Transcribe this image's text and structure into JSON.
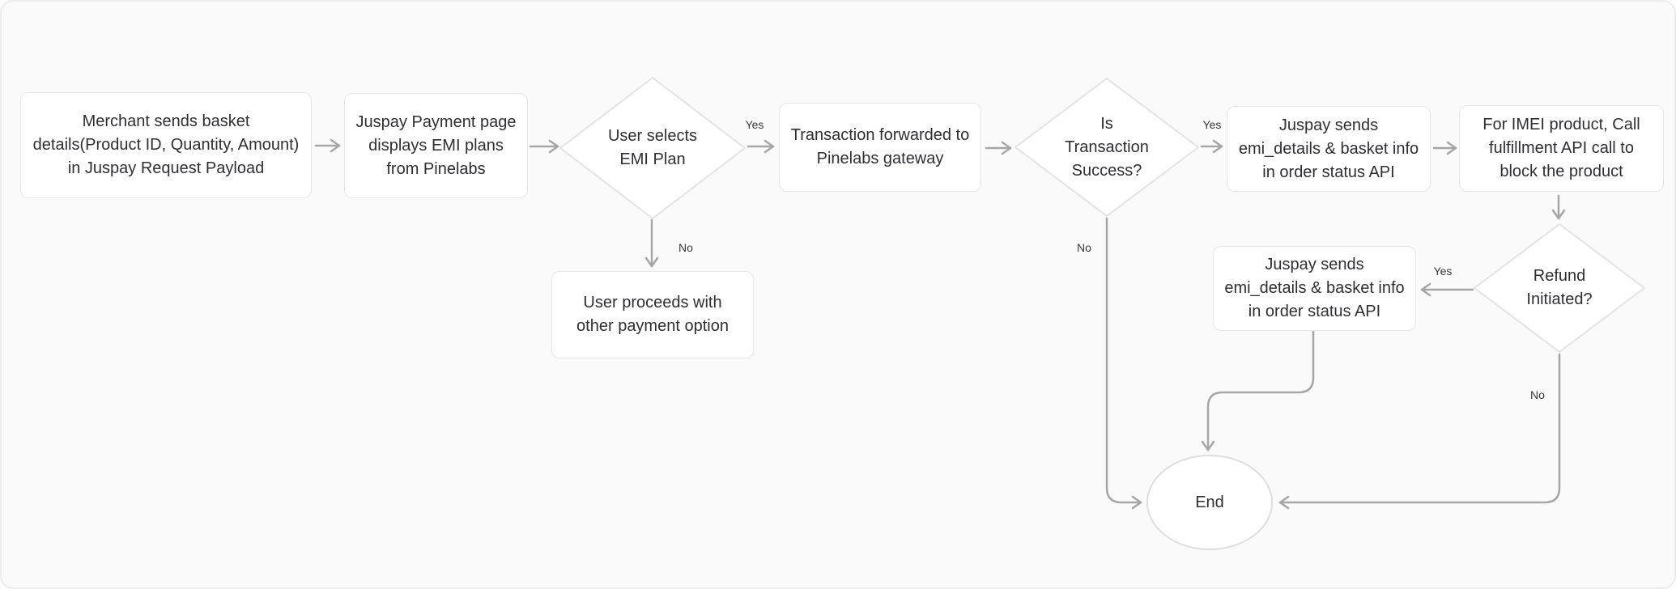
{
  "diagram": {
    "type": "flowchart",
    "direction": "left-to-right",
    "nodes": [
      {
        "id": "merchant_basket",
        "shape": "rect",
        "label": "Merchant sends basket details(Product ID, Quantity, Amount) in Juspay Request Payload"
      },
      {
        "id": "payment_page",
        "shape": "rect",
        "label": "Juspay Payment page displays EMI plans from Pinelabs"
      },
      {
        "id": "user_selects_emi",
        "shape": "diamond",
        "label": "User selects EMI Plan"
      },
      {
        "id": "txn_forwarded",
        "shape": "rect",
        "label": "Transaction forwarded to Pinelabs gateway"
      },
      {
        "id": "is_txn_success",
        "shape": "diamond",
        "label": "Is Transaction Success?"
      },
      {
        "id": "order_status_1",
        "shape": "rect",
        "label": "Juspay sends emi_details & basket info in order status API"
      },
      {
        "id": "imei_fulfillment",
        "shape": "rect",
        "label": "For IMEI product, Call fulfillment API call to block the product"
      },
      {
        "id": "refund_initiated",
        "shape": "diamond",
        "label": "Refund Initiated?"
      },
      {
        "id": "order_status_2",
        "shape": "rect",
        "label": "Juspay sends emi_details & basket info in order status API"
      },
      {
        "id": "other_payment",
        "shape": "rect",
        "label": "User proceeds with other payment option"
      },
      {
        "id": "end",
        "shape": "ellipse",
        "label": "End"
      }
    ],
    "edges": [
      {
        "from": "merchant_basket",
        "to": "payment_page",
        "label": ""
      },
      {
        "from": "payment_page",
        "to": "user_selects_emi",
        "label": ""
      },
      {
        "from": "user_selects_emi",
        "to": "txn_forwarded",
        "label": "Yes"
      },
      {
        "from": "user_selects_emi",
        "to": "other_payment",
        "label": "No"
      },
      {
        "from": "txn_forwarded",
        "to": "is_txn_success",
        "label": ""
      },
      {
        "from": "is_txn_success",
        "to": "order_status_1",
        "label": "Yes"
      },
      {
        "from": "is_txn_success",
        "to": "end",
        "label": "No"
      },
      {
        "from": "order_status_1",
        "to": "imei_fulfillment",
        "label": ""
      },
      {
        "from": "imei_fulfillment",
        "to": "refund_initiated",
        "label": ""
      },
      {
        "from": "refund_initiated",
        "to": "order_status_2",
        "label": "Yes"
      },
      {
        "from": "refund_initiated",
        "to": "end",
        "label": "No"
      },
      {
        "from": "order_status_2",
        "to": "end",
        "label": ""
      }
    ],
    "colors": {
      "canvas_background": "#fafafa",
      "canvas_border": "#ececec",
      "node_fill": "#ffffff",
      "node_border": "#e6e6e6",
      "diamond_border": "#e3e3e3",
      "edge_stroke": "#a6a6a6",
      "text": "#2f2f33"
    }
  }
}
